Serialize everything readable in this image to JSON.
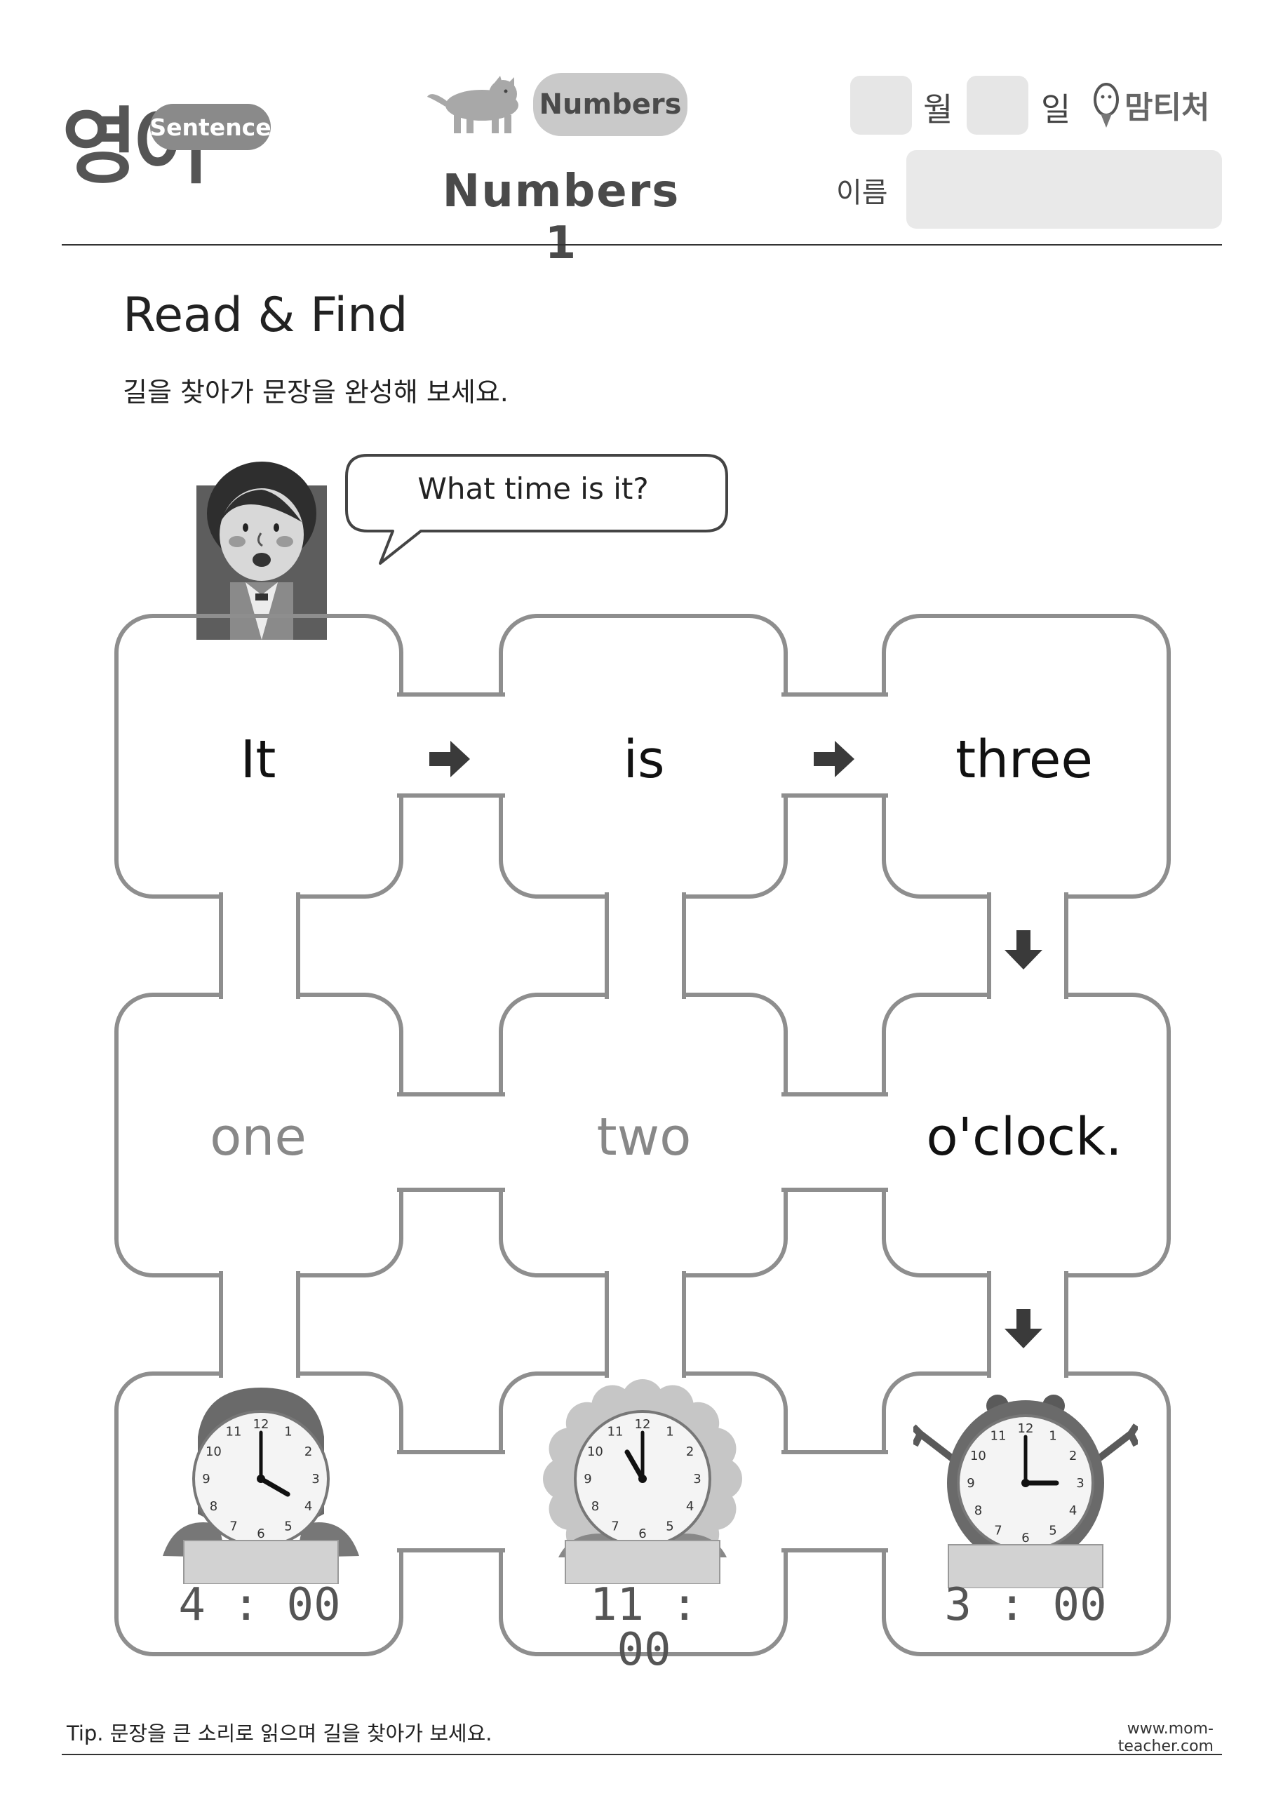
{
  "header": {
    "logo_korean": "영어",
    "logo_badge": "Sentence",
    "topic_pill": "Numbers",
    "worksheet_title": "Numbers 1",
    "month_label": "월",
    "day_label": "일",
    "name_label": "이름",
    "brand": "맘티처"
  },
  "section": {
    "title": "Read & Find",
    "instruction": "길을 찾아가 문장을 완성해 보세요."
  },
  "bubble": {
    "text": "What time is it?"
  },
  "maze": {
    "row1": [
      "It",
      "is",
      "three"
    ],
    "row2": [
      "one",
      "two",
      "o'clock."
    ],
    "clocks": [
      "4 : 00",
      "11 : 00",
      "3 : 00"
    ],
    "clock_numbers": [
      "12",
      "1",
      "2",
      "3",
      "4",
      "5",
      "6",
      "7",
      "8",
      "9",
      "10",
      "11"
    ]
  },
  "footer": {
    "tip": "Tip. 문장을 큰 소리로 읽으며 길을 찾아가 보세요.",
    "url": "www.mom-teacher.com"
  }
}
